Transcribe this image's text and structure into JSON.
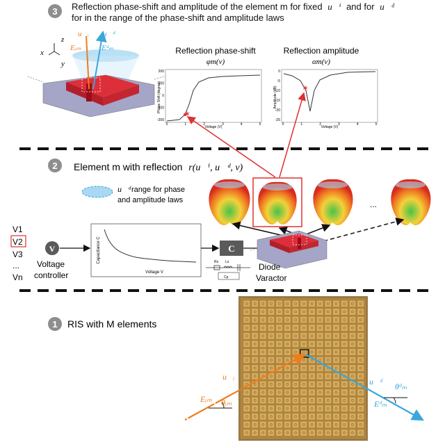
{
  "step3": {
    "number": "3",
    "line1": "Reflection phase-shift and amplitude of the element m for fixed",
    "ui_sym": "u⃗ⁱ",
    "and_for": "and for",
    "ud_sym": "u⃗ᵈ",
    "line2": "for in the range of the phase-shift and amplitude laws"
  },
  "step2": {
    "number": "2",
    "label": "Element m with reflection",
    "formula": "r(u⃗ⁱ, u⃗ᵈ, v)",
    "legend_sym": "u⃗ᵈ",
    "legend_line1": "range for phase",
    "legend_line2": "and amplitude laws",
    "ellipsis": "...",
    "voltages": [
      "V1",
      "V2",
      "V3",
      "...",
      "Vn"
    ],
    "voltage_source": "V",
    "voltage_caption_line1": "Voltage",
    "voltage_caption_line2": "controller",
    "capacitance_block": "C",
    "diode_line1": "Diode",
    "diode_line2": "Varactor"
  },
  "step1": {
    "number": "1",
    "label": "RIS with M elements"
  },
  "axes": {
    "x": "x⃗",
    "y": "y⃗",
    "z": "z⃗"
  },
  "vectors": {
    "ui": "u⃗ᵢ",
    "ud": "u⃗ᵈ",
    "Ei": "Eᵢₘ",
    "Ed": "Eᵈₘ",
    "theta_i": "θᵢₘ",
    "theta_d": "θᵈₘ"
  },
  "phase_plot": {
    "title": "Reflection phase-shift",
    "subtitle": "φm(v)",
    "xlabel": "Voltage (V)",
    "ylabel": "Phase Shift (degree)",
    "xticks": [
      "0",
      "1",
      "2",
      "3",
      "4",
      "5"
    ],
    "yticks": [
      "200",
      "100",
      "0",
      "-100",
      "-200"
    ]
  },
  "amp_plot": {
    "title": "Reflection amplitude",
    "subtitle": "αm(v)",
    "xlabel": "Voltage (V)",
    "ylabel": "Amplitude (dB)",
    "xticks": [
      "0",
      "1",
      "2",
      "3",
      "4",
      "5"
    ],
    "yticks": [
      "0",
      "-5",
      "-10",
      "-15",
      "-20",
      "-25"
    ]
  },
  "cap_plot": {
    "xlabel": "Voltage V",
    "ylabel": "Capacitance C"
  },
  "circuit_labels": [
    "Rs",
    "Ls",
    "Cp"
  ],
  "colors": {
    "incident": "#ee7d1c",
    "reflected": "#3aa6dc",
    "highlight": "#e03030",
    "board": "#b38742"
  }
}
